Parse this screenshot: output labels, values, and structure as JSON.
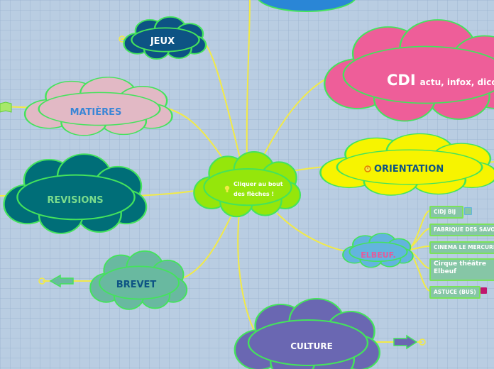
{
  "center": {
    "label_line1": "Cliquer au bout",
    "label_line2": "des flèches !",
    "icon": "lightbulb-icon"
  },
  "topics": {
    "jeux": "JEUX",
    "matieres": "MATIÈRES",
    "revisions": "REVISIONS",
    "brevet": "BREVET",
    "cdi_main": "CDI",
    "cdi_sub": "actu, infox, dicos...",
    "orientation": "ORIENTATION",
    "elbeuf": "ELBEUF.",
    "culture": "CULTURE"
  },
  "elbeuf_links": [
    {
      "label": "CIDJ BIJ",
      "icon": "external-link-icon"
    },
    {
      "label": "FABRIQUE DES SAVOIRS",
      "icon": ""
    },
    {
      "label": "CINEMA LE MERCURE",
      "icon": ""
    },
    {
      "label": "Cirque théâtre Elbeuf",
      "icon": ""
    },
    {
      "label": "ASTUCE (BUS)",
      "icon": "app-icon"
    }
  ],
  "colors": {
    "background": "#b9cde2",
    "connector": "#f2ea47",
    "center": "#95e60b",
    "jeux": "#0d5384",
    "matieres": "#e2b9c5",
    "revisions": "#006e78",
    "brevet": "#69b9a0",
    "cdi": "#ee5e99",
    "orientation": "#f7f400",
    "elbeuf": "#63b4de",
    "culture": "#6a67b2",
    "border": "#44e35c"
  }
}
